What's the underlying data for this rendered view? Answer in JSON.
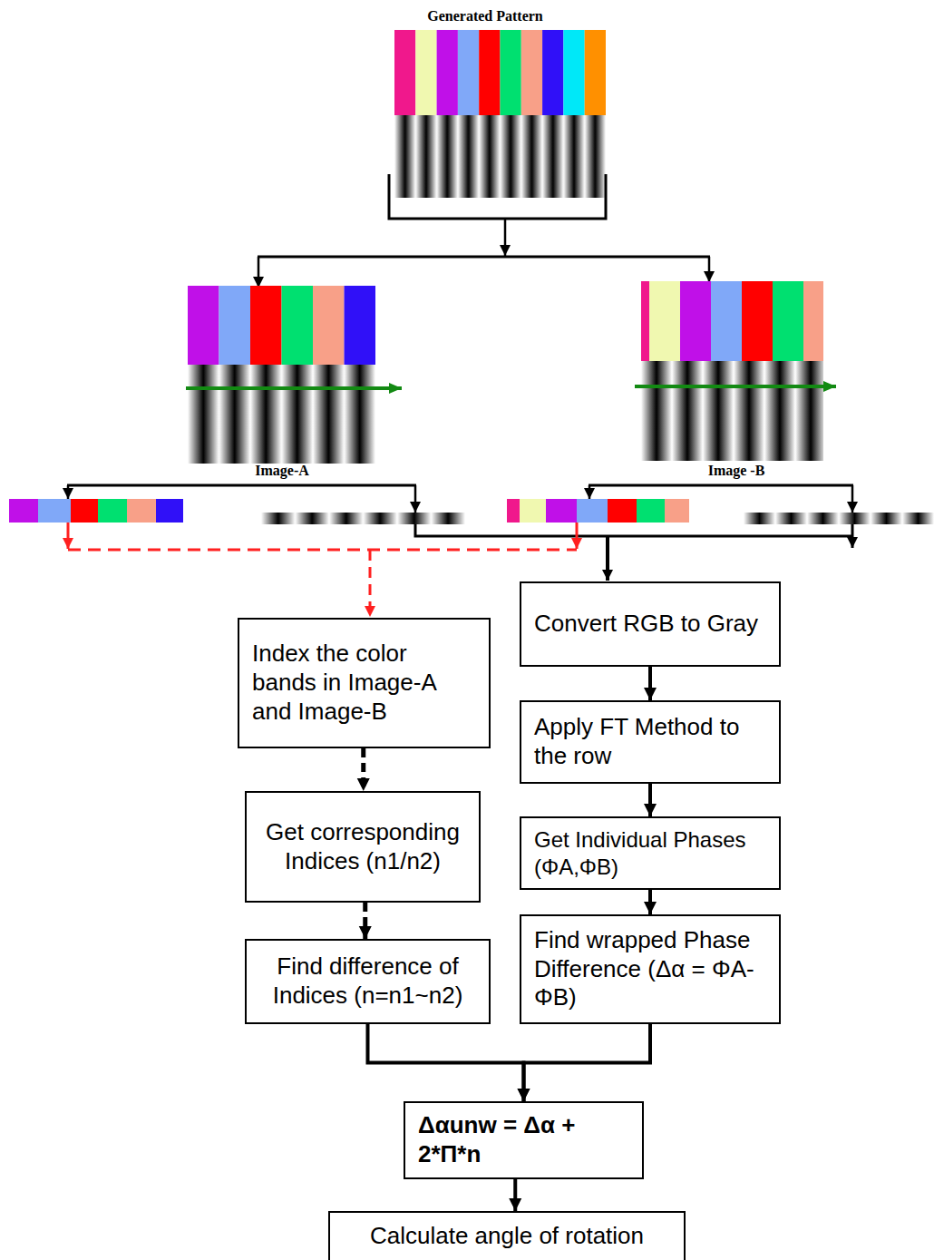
{
  "diagram": {
    "nodes": [
      {
        "text": [
          "Index the color bands in Image-A and Image-B"
        ]
      },
      {
        "text": [
          "Get corresponding Indices (n1/n2)"
        ]
      },
      {
        "text": [
          "Find difference of Indices (n=n1~n2)"
        ]
      },
      {
        "text": [
          "Convert RGB to Gray"
        ]
      },
      {
        "text": [
          "Apply FT Method to the row"
        ]
      },
      {
        "text": [
          "Get Individual Phases (ΦA,ΦB)"
        ]
      },
      {
        "text": [
          "Find wrapped Phase Difference (Δα = ΦA-ΦB)"
        ]
      },
      {
        "text": [
          "Δαunw = Δα + 2*Π*n"
        ]
      },
      {
        "text": [
          "Calculate angle of rotation"
        ]
      }
    ],
    "edges": [
      {
        "from": 0,
        "to": 1,
        "arrow": "to"
      },
      {
        "from": 1,
        "to": 2,
        "arrow": "to"
      },
      {
        "from": 3,
        "to": 4,
        "arrow": "to"
      },
      {
        "from": 4,
        "to": 5,
        "arrow": "to"
      },
      {
        "from": 5,
        "to": 6,
        "arrow": "to"
      },
      {
        "from": 2,
        "to": 7,
        "arrow": "to"
      },
      {
        "from": 6,
        "to": 7,
        "arrow": "to"
      },
      {
        "from": 7,
        "to": 8,
        "arrow": "to"
      }
    ],
    "labels": [
      "Generated Pattern",
      "Image-A",
      "Image -B"
    ]
  }
}
